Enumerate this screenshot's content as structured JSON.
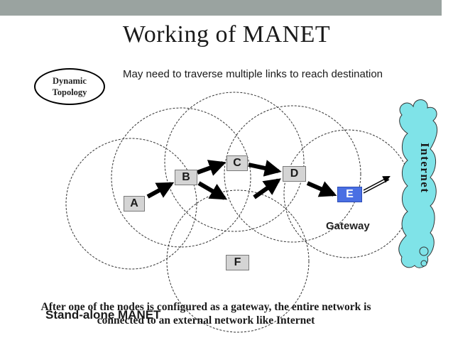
{
  "title": "Working of MANET",
  "subtitle": "May need to traverse multiple links to reach destination",
  "badge": "Dynamic Topology",
  "nodes": {
    "a": "A",
    "b": "B",
    "c": "C",
    "d": "D",
    "e": "E",
    "f": "F"
  },
  "gateway_label": "Gateway",
  "internet_label": "Internet",
  "standalone_label": "Stand-alone MANET",
  "caption": "After one of the nodes is configured as a gateway, the entire network is connected to an external network like Internet",
  "colors": {
    "header_bar": "#9aa3a0",
    "node_fill": "#d4d4d4",
    "gateway_fill": "#4a6fe3",
    "cloud_fill": "#7fe3e8"
  },
  "icons": {
    "internet": "cloud-icon"
  }
}
